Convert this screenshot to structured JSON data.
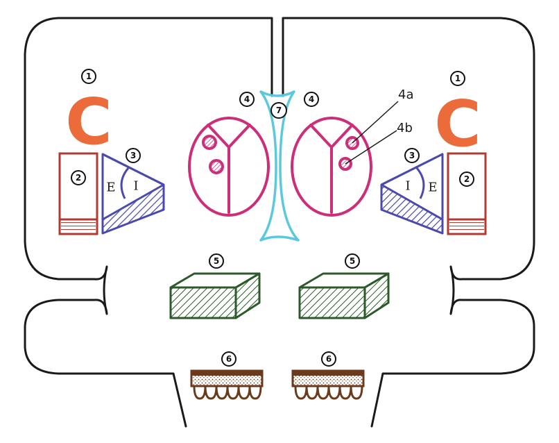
{
  "colors": {
    "outline": "#1a1a1a",
    "orange": "#ec6b3a",
    "red": "#b23a32",
    "blue": "#4a4aae",
    "magenta": "#cc2e79",
    "cyan": "#5bc8dd",
    "green": "#2c5a2a",
    "brown": "#6b3a1c"
  },
  "labels": {
    "c_left": "C",
    "c_right": "C",
    "num_1_left": "1",
    "num_1_right": "1",
    "num_2_left": "2",
    "num_2_right": "2",
    "num_3_left": "3",
    "num_3_right": "3",
    "num_4_left": "4",
    "num_4_right": "4",
    "num_5_left": "5",
    "num_5_right": "5",
    "num_6_left": "6",
    "num_6_right": "6",
    "num_7": "7",
    "tri_left_e": "E",
    "tri_left_i": "I",
    "tri_right_i": "I",
    "tri_right_e": "E",
    "callout_4a": "4a",
    "callout_4b": "4b"
  }
}
